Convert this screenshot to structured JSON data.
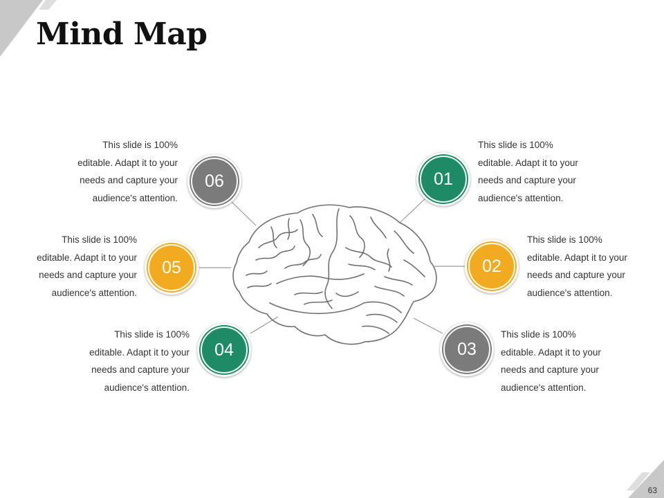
{
  "slide": {
    "title": "Mind Map",
    "page_number": "63"
  },
  "colors": {
    "gray": "#7b7b7b",
    "green": "#1e8a66",
    "orange": "#f2ab20",
    "corner": "#c8c8c8",
    "line": "#9a9a9a"
  },
  "nodes": [
    {
      "label": "01",
      "color": "green",
      "text": [
        "This slide is 100%",
        "editable. Adapt it to your",
        "needs and capture your",
        "audience's attention."
      ]
    },
    {
      "label": "02",
      "color": "orange",
      "text": [
        "This slide is 100%",
        "editable. Adapt it to your",
        "needs and capture your",
        "audience's attention."
      ]
    },
    {
      "label": "03",
      "color": "gray",
      "text": [
        "This slide is 100%",
        "editable. Adapt it to your",
        "needs and capture your",
        "audience's attention."
      ]
    },
    {
      "label": "04",
      "color": "green",
      "text": [
        "This slide is 100%",
        "editable. Adapt it to your",
        "needs and capture your",
        "audience's attention."
      ]
    },
    {
      "label": "05",
      "color": "orange",
      "text": [
        "This slide is 100%",
        "editable. Adapt it to your",
        "needs and capture your",
        "audience's attention."
      ]
    },
    {
      "label": "06",
      "color": "gray",
      "text": [
        "This slide is 100%",
        "editable. Adapt it to your",
        "needs and capture your",
        "audience's attention."
      ]
    }
  ]
}
